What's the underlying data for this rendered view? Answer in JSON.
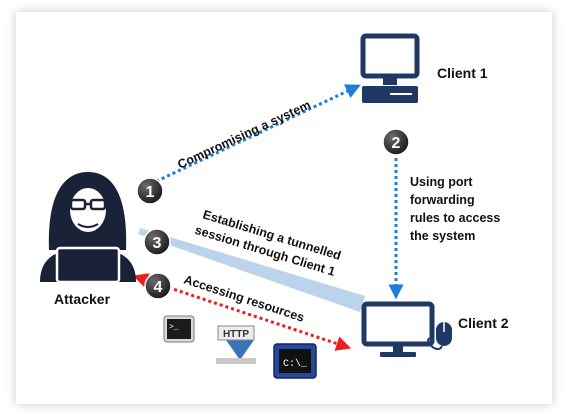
{
  "nodes": {
    "client1": "Client 1",
    "client2": "Client 2",
    "attacker": "Attacker"
  },
  "steps": [
    {
      "number": "1",
      "label_lines": [
        "Compromising a system"
      ]
    },
    {
      "number": "2",
      "label_lines": [
        "Using port",
        "forwarding",
        "rules to access",
        "the system"
      ]
    },
    {
      "number": "3",
      "label_lines": [
        "Establishing a tunnelled",
        "session through Client 1"
      ]
    },
    {
      "number": "4",
      "label_lines": [
        "Accessing resources"
      ]
    }
  ],
  "tools": {
    "terminal_prompt": ">_",
    "http_label": "HTTP",
    "cmd_label": "C:\\_"
  },
  "icons": [
    "monitor-icon",
    "attacker-hacker-icon",
    "terminal-icon",
    "http-download-icon",
    "command-prompt-icon",
    "mouse-icon"
  ],
  "colors": {
    "monitor": "#1f3864",
    "arrow_blue": "#1e7dd6",
    "arrow_red": "#e62020",
    "tunnel": "#bcd3ec",
    "badge": "#2b2b2b",
    "hacker": "#1a2238"
  }
}
